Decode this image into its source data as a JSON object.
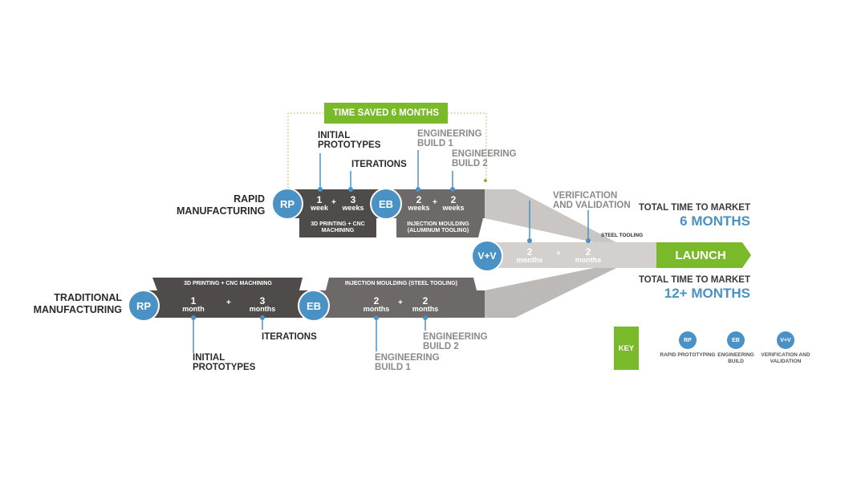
{
  "time_saved": "TIME SAVED 6 MONTHS",
  "rapid": {
    "label": "RAPID MANUFACTURING",
    "rp": "RP",
    "eb": "EB",
    "d1_num": "1",
    "d1_unit": "week",
    "d2_num": "3",
    "d2_unit": "weeks",
    "d3_num": "2",
    "d3_unit": "weeks",
    "d4_num": "2",
    "d4_unit": "weeks",
    "plus": "+",
    "tab1": "3D PRINTING + CNC MACHINING",
    "tab2": "INJECTION MOULDING (ALUMINUM TOOLING)",
    "callout_initial": "INITIAL PROTOTYPES",
    "callout_iterations": "ITERATIONS",
    "callout_eb1": "ENGINEERING BUILD 1",
    "callout_eb2": "ENGINEERING BUILD 2"
  },
  "vv": {
    "circle": "V+V",
    "callout": "VERIFICATION AND VALIDATION",
    "tooling": "STEEL TOOLING",
    "d1_num": "2",
    "d1_unit": "months",
    "d2_num": "2",
    "d2_unit": "months",
    "plus": "+"
  },
  "launch": "LAUNCH",
  "totals": {
    "label": "TOTAL TIME TO MARKET",
    "rapid_value": "6 MONTHS",
    "traditional_value": "12+ MONTHS"
  },
  "traditional": {
    "label": "TRADITIONAL MANUFACTURING",
    "rp": "RP",
    "eb": "EB",
    "d1_num": "1",
    "d1_unit": "month",
    "d2_num": "3",
    "d2_unit": "months",
    "d3_num": "2",
    "d3_unit": "months",
    "d4_num": "2",
    "d4_unit": "months",
    "plus": "+",
    "tab1": "3D PRINTING + CNC MACHINING",
    "tab2": "INJECTION MOULDING (STEEL TOOLING)",
    "callout_initial": "INITIAL PROTOTYPES",
    "callout_iterations": "ITERATIONS",
    "callout_eb1": "ENGINEERING BUILD 1",
    "callout_eb2": "ENGINEERING BUILD 2"
  },
  "key": {
    "title": "KEY",
    "items": [
      {
        "abbr": "RP",
        "desc": "RAPID PROTOTYPING"
      },
      {
        "abbr": "EB",
        "desc": "ENGINEERING BUILD"
      },
      {
        "abbr": "V+V",
        "desc": "VERIFICATION AND VALIDATION"
      }
    ]
  },
  "colors": {
    "dark_bar": "#4f4b4a",
    "mid_bar": "#6d6968",
    "light_bar": "#aaa6a4",
    "green": "#7ab929",
    "blue": "#4a92c5"
  }
}
